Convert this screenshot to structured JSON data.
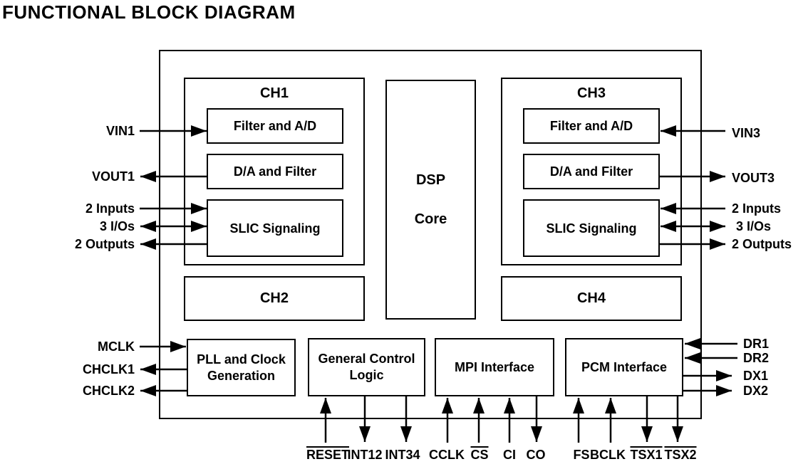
{
  "title": "FUNCTIONAL BLOCK DIAGRAM",
  "colors": {
    "line": "#000000",
    "background": "#ffffff",
    "text": "#000000"
  },
  "blocks": {
    "ch1": {
      "title": "CH1",
      "sub_blocks": [
        "Filter and A/D",
        "D/A and Filter",
        "SLIC Signaling"
      ]
    },
    "ch2": {
      "title": "CH2"
    },
    "ch3": {
      "title": "CH3",
      "sub_blocks": [
        "Filter and A/D",
        "D/A and Filter",
        "SLIC Signaling"
      ]
    },
    "ch4": {
      "title": "CH4"
    },
    "dsp": {
      "line1": "DSP",
      "line2": "Core"
    },
    "pll": {
      "line1": "PLL and Clock",
      "line2": "Generation"
    },
    "general_control": {
      "line1": "General Control",
      "line2": "Logic"
    },
    "mpi": {
      "title": "MPI Interface"
    },
    "pcm": {
      "title": "PCM Interface"
    }
  },
  "signals": {
    "left": [
      {
        "label": "VIN1",
        "direction": "input",
        "connects_to": "CH1 Filter and A/D"
      },
      {
        "label": "VOUT1",
        "direction": "output",
        "connects_to": "CH1 D/A and Filter"
      },
      {
        "label": "2 Inputs",
        "direction": "input",
        "connects_to": "CH1 SLIC Signaling"
      },
      {
        "label": "3 I/Os",
        "direction": "bidirectional",
        "connects_to": "CH1 SLIC Signaling"
      },
      {
        "label": "2 Outputs",
        "direction": "output",
        "connects_to": "CH1 SLIC Signaling"
      },
      {
        "label": "MCLK",
        "direction": "input",
        "connects_to": "PLL and Clock Generation"
      },
      {
        "label": "CHCLK1",
        "direction": "output",
        "connects_to": "PLL and Clock Generation"
      },
      {
        "label": "CHCLK2",
        "direction": "output",
        "connects_to": "PLL and Clock Generation"
      }
    ],
    "right": [
      {
        "label": "VIN3",
        "direction": "input",
        "connects_to": "CH3 Filter and A/D"
      },
      {
        "label": "VOUT3",
        "direction": "output",
        "connects_to": "CH3 D/A and Filter"
      },
      {
        "label": "2 Inputs",
        "direction": "input",
        "connects_to": "CH3 SLIC Signaling"
      },
      {
        "label": "3 I/Os",
        "direction": "bidirectional",
        "connects_to": "CH3 SLIC Signaling"
      },
      {
        "label": "2 Outputs",
        "direction": "output",
        "connects_to": "CH3 SLIC Signaling"
      },
      {
        "label": "DR1",
        "direction": "input",
        "connects_to": "PCM Interface"
      },
      {
        "label": "DR2",
        "direction": "input",
        "connects_to": "PCM Interface"
      },
      {
        "label": "DX1",
        "direction": "output",
        "connects_to": "PCM Interface"
      },
      {
        "label": "DX2",
        "direction": "output",
        "connects_to": "PCM Interface"
      }
    ],
    "bottom": [
      {
        "label": "RESET",
        "overline": true,
        "direction": "input",
        "connects_to": "General Control Logic"
      },
      {
        "label": "INT12",
        "overline": false,
        "direction": "output",
        "connects_to": "General Control Logic"
      },
      {
        "label": "INT34",
        "overline": false,
        "direction": "output",
        "connects_to": "General Control Logic"
      },
      {
        "label": "CCLK",
        "overline": false,
        "direction": "input",
        "connects_to": "MPI Interface"
      },
      {
        "label": "CS",
        "overline": true,
        "direction": "input",
        "connects_to": "MPI Interface"
      },
      {
        "label": "CI",
        "overline": false,
        "direction": "input",
        "connects_to": "MPI Interface"
      },
      {
        "label": "CO",
        "overline": false,
        "direction": "output",
        "connects_to": "MPI Interface"
      },
      {
        "label": "FS",
        "overline": false,
        "direction": "input",
        "connects_to": "PCM Interface"
      },
      {
        "label": "BCLK",
        "overline": false,
        "direction": "input",
        "connects_to": "PCM Interface"
      },
      {
        "label": "TSX1",
        "overline": true,
        "direction": "output",
        "connects_to": "PCM Interface"
      },
      {
        "label": "TSX2",
        "overline": true,
        "direction": "output",
        "connects_to": "PCM Interface"
      }
    ]
  }
}
